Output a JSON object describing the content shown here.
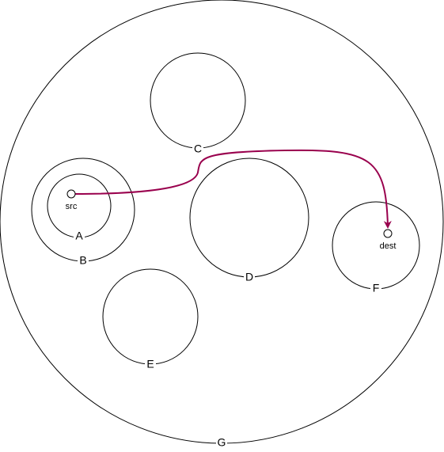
{
  "regions": {
    "A": "A",
    "B": "B",
    "C": "C",
    "D": "D",
    "E": "E",
    "F": "F",
    "G": "G"
  },
  "endpoints": {
    "src": "src",
    "dest": "dest"
  },
  "colors": {
    "stroke": "#000000",
    "path": "#99004d"
  }
}
